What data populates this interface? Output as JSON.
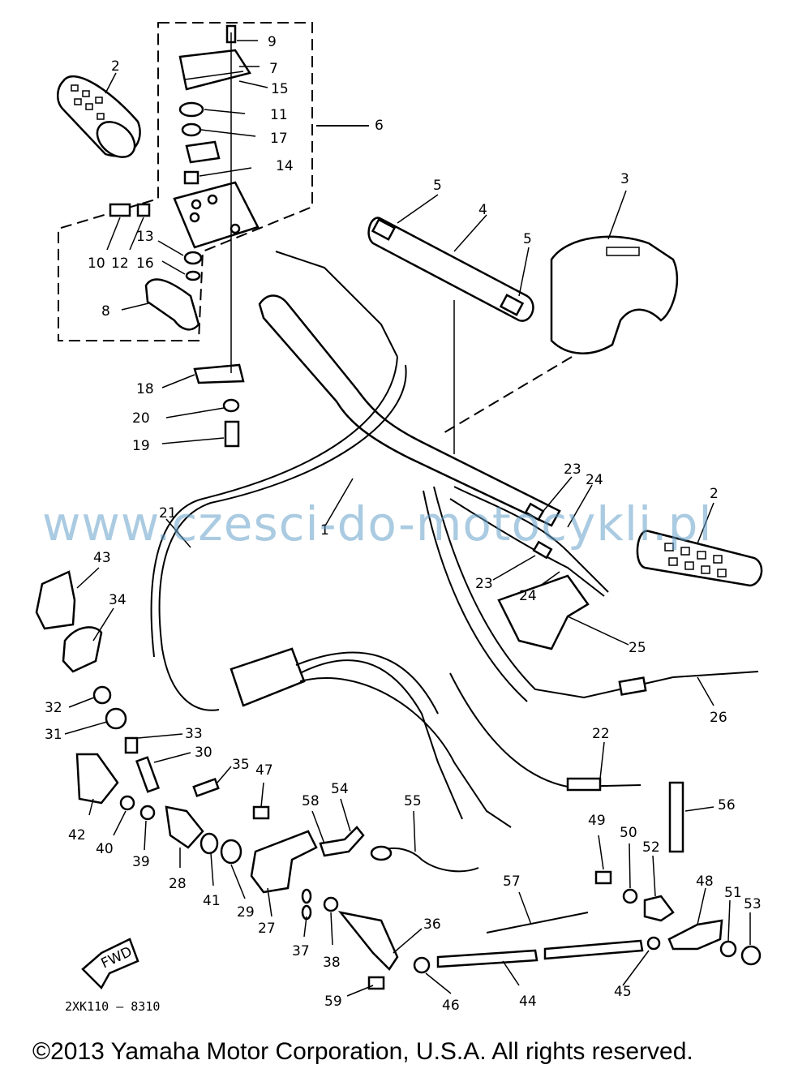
{
  "diagram": {
    "callouts": [
      "9",
      "7",
      "15",
      "11",
      "17",
      "6",
      "14",
      "2",
      "10",
      "12",
      "13",
      "16",
      "8",
      "18",
      "20",
      "19",
      "5",
      "4",
      "5",
      "3",
      "23",
      "24",
      "2",
      "21",
      "1",
      "23",
      "24",
      "43",
      "34",
      "25",
      "32",
      "31",
      "33",
      "30",
      "26",
      "22",
      "35",
      "47",
      "58",
      "54",
      "55",
      "56",
      "42",
      "40",
      "39",
      "28",
      "41",
      "29",
      "27",
      "49",
      "50",
      "52",
      "57",
      "48",
      "51",
      "53",
      "37",
      "38",
      "36",
      "46",
      "44",
      "45",
      "59"
    ],
    "arrow_label": "FWD",
    "code": "2XK110 – 8310"
  },
  "watermark": "www.czesci-do-motocykli.pl",
  "copyright": "©2013 Yamaha Motor Corporation, U.S.A. All rights reserved."
}
